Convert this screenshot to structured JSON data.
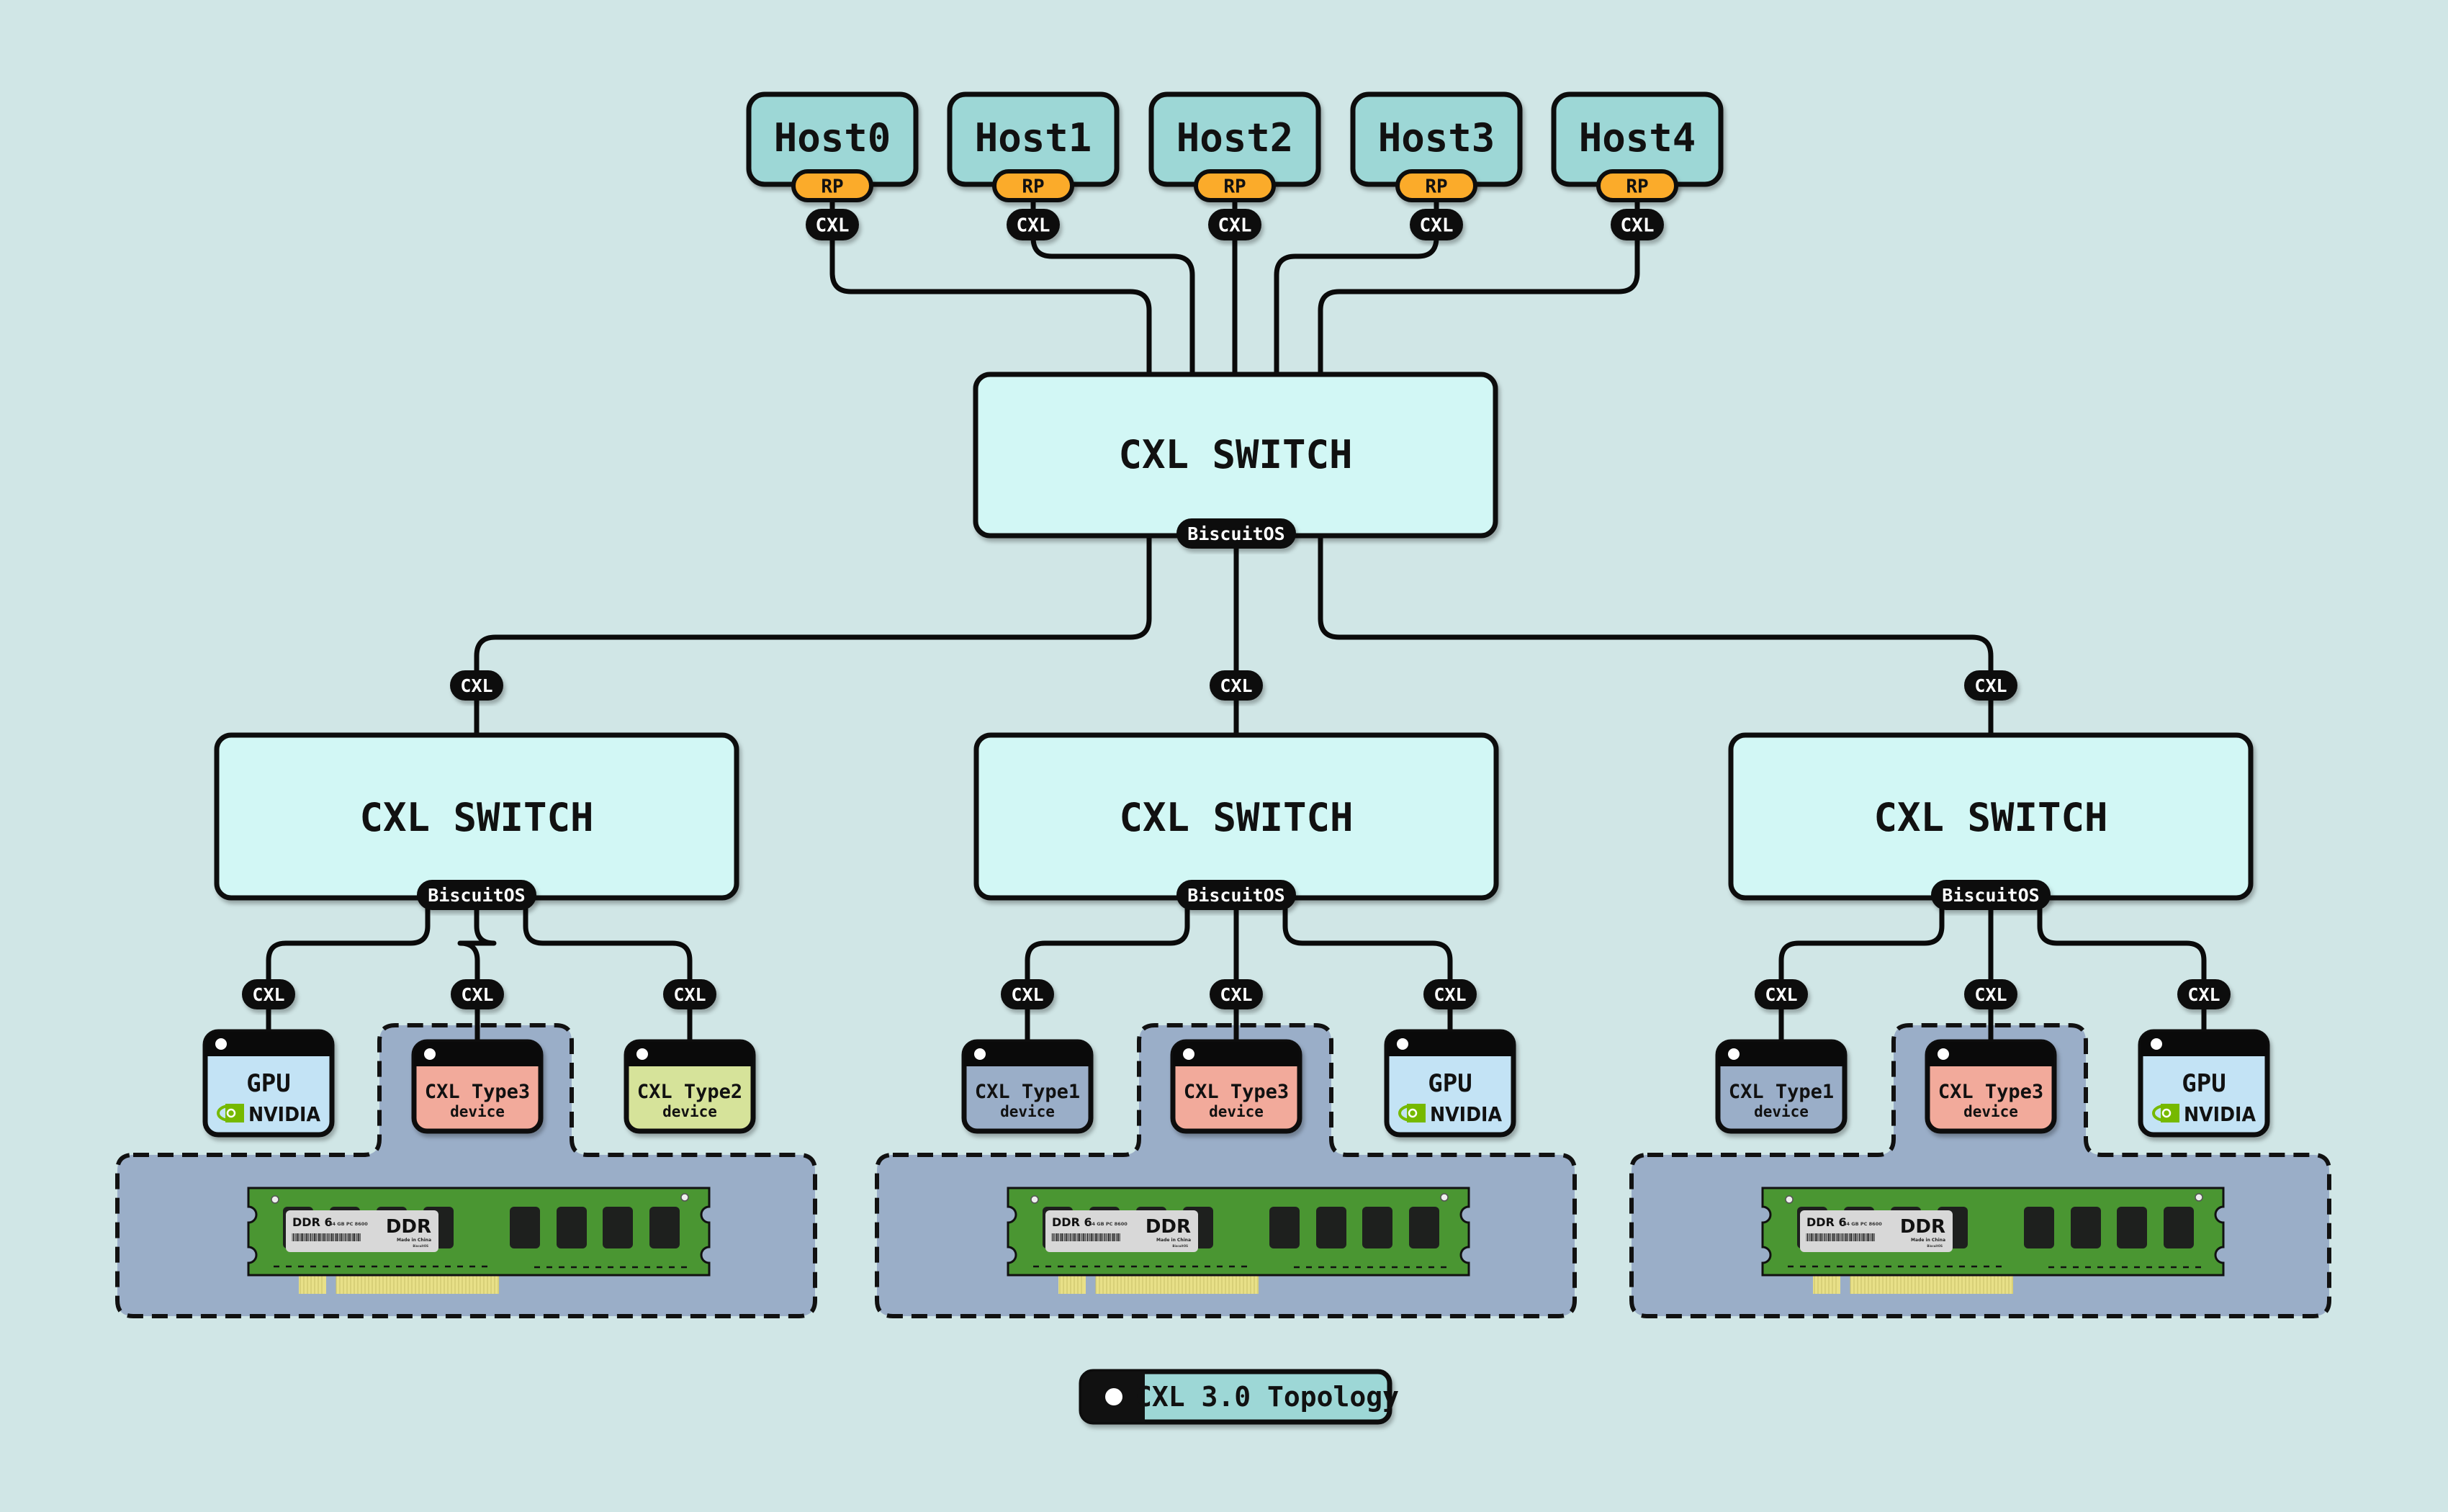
{
  "title": "CXL 3.0 Topology",
  "legend": {
    "label": "CXL 3.0 Topology"
  },
  "colors": {
    "background": "#d0e6e6",
    "host_fill": "#9dd7d6",
    "rp_fill": "#fbab2b",
    "switch_fill": "#d2f7f5",
    "memory_region_fill": "#9aaec8",
    "gpu_fill": "#c3e3f5",
    "type1_fill": "#9aaec8",
    "type2_fill": "#d6e39a",
    "type3_fill": "#f2aa9b",
    "dimm_green": "#4a9632",
    "dimm_chip": "#1e201e",
    "dimm_pins": "#e8e088",
    "nvidia_green": "#76b900"
  },
  "hosts": [
    {
      "label": "Host0",
      "port": "RP",
      "link": "CXL"
    },
    {
      "label": "Host1",
      "port": "RP",
      "link": "CXL"
    },
    {
      "label": "Host2",
      "port": "RP",
      "link": "CXL"
    },
    {
      "label": "Host3",
      "port": "RP",
      "link": "CXL"
    },
    {
      "label": "Host4",
      "port": "RP",
      "link": "CXL"
    }
  ],
  "root_switch": {
    "label": "CXL SWITCH",
    "badge": "BiscuitOS"
  },
  "groups": [
    {
      "uplink": "CXL",
      "switch": {
        "label": "CXL SWITCH",
        "badge": "BiscuitOS"
      },
      "devices": [
        {
          "kind": "gpu",
          "link": "CXL",
          "title": "GPU",
          "vendor": "NVIDIA"
        },
        {
          "kind": "type3",
          "link": "CXL",
          "title": "CXL Type3",
          "subtitle": "device"
        },
        {
          "kind": "type2",
          "link": "CXL",
          "title": "CXL Type2",
          "subtitle": "device"
        }
      ],
      "memory": {
        "brand": "DDR 6",
        "spec": "64 GB PC 8600",
        "logo": "DDR",
        "origin": "Made in China",
        "maker": "BiscuitOS"
      }
    },
    {
      "uplink": "CXL",
      "switch": {
        "label": "CXL SWITCH",
        "badge": "BiscuitOS"
      },
      "devices": [
        {
          "kind": "type1",
          "link": "CXL",
          "title": "CXL Type1",
          "subtitle": "device"
        },
        {
          "kind": "type3",
          "link": "CXL",
          "title": "CXL Type3",
          "subtitle": "device"
        },
        {
          "kind": "gpu",
          "link": "CXL",
          "title": "GPU",
          "vendor": "NVIDIA"
        }
      ],
      "memory": {
        "brand": "DDR 6",
        "spec": "64 GB PC 8600",
        "logo": "DDR",
        "origin": "Made in China",
        "maker": "BiscuitOS"
      }
    },
    {
      "uplink": "CXL",
      "switch": {
        "label": "CXL SWITCH",
        "badge": "BiscuitOS"
      },
      "devices": [
        {
          "kind": "type1",
          "link": "CXL",
          "title": "CXL Type1",
          "subtitle": "device"
        },
        {
          "kind": "type3",
          "link": "CXL",
          "title": "CXL Type3",
          "subtitle": "device"
        },
        {
          "kind": "gpu",
          "link": "CXL",
          "title": "GPU",
          "vendor": "NVIDIA"
        }
      ],
      "memory": {
        "brand": "DDR 6",
        "spec": "64 GB PC 8600",
        "logo": "DDR",
        "origin": "Made in China",
        "maker": "BiscuitOS"
      }
    }
  ]
}
